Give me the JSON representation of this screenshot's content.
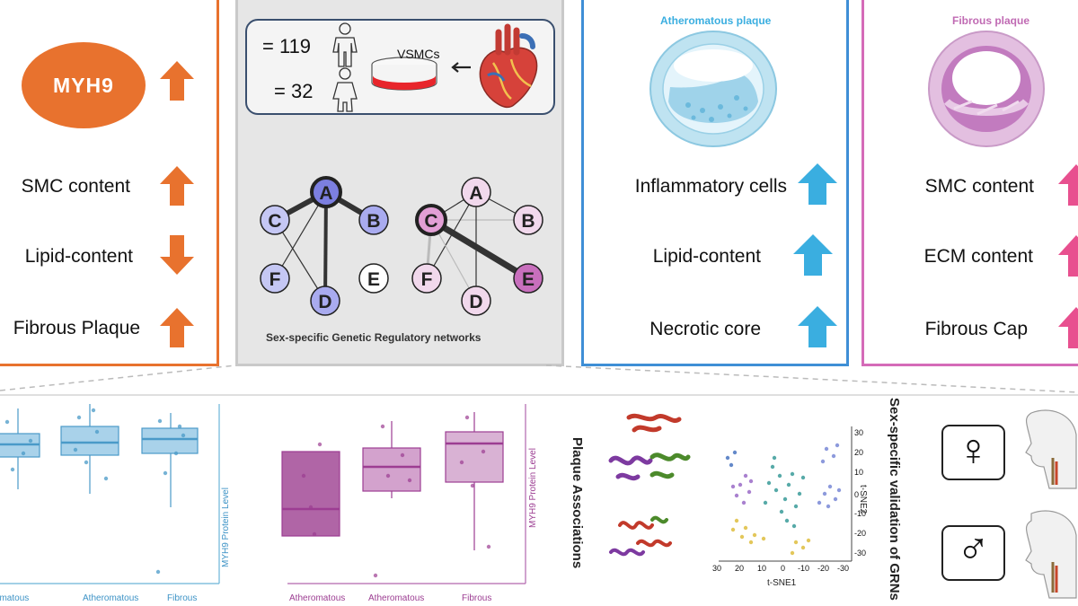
{
  "panels": {
    "orange": {
      "gene_label": "MYH9",
      "rows": [
        {
          "label": "SMC content",
          "direction": "up"
        },
        {
          "label": "Lipid-content",
          "direction": "down"
        },
        {
          "label": "Fibrous Plaque",
          "direction": "up"
        }
      ],
      "accent": "#e8722e"
    },
    "gray": {
      "male_count": "= 119",
      "female_count": "= 32",
      "dish_label": "VSMCs",
      "network_caption": "Sex-specific Genetic Regulatory networks",
      "nodes_left": [
        "A",
        "B",
        "C",
        "D",
        "E",
        "F"
      ],
      "nodes_right": [
        "A",
        "B",
        "C",
        "D",
        "E",
        "F"
      ]
    },
    "blue": {
      "title": "Atheromatous plaque",
      "rows": [
        {
          "label": "Inflammatory cells",
          "direction": "up"
        },
        {
          "label": "Lipid-content",
          "direction": "up"
        },
        {
          "label": "Necrotic core",
          "direction": "up"
        }
      ],
      "accent": "#3aaee0"
    },
    "pink": {
      "title": "Fibrous plaque",
      "rows": [
        {
          "label": "SMC content",
          "direction": "up"
        },
        {
          "label": "ECM content",
          "direction": "up"
        },
        {
          "label": "Fibrous Cap",
          "direction": "up"
        }
      ],
      "accent": "#e8508f"
    }
  },
  "bottom": {
    "boxplot_blue_ylabel": "MYH9 Protein Level",
    "boxplot_blue_xlabels": [
      "Atheromatous",
      "Fibrous"
    ],
    "boxplot_purple_ylabel": "MYH9 Protein Level",
    "boxplot_purple_xlabels": [
      "Atheromatous",
      "Fibrous"
    ],
    "plaque_assoc_label": "Plaque Associations",
    "tsne_xlabel": "t-SNE1",
    "tsne_ylabel": "t-SNE2",
    "tsne_xticks": [
      "-30",
      "-20",
      "-10",
      "0",
      "10",
      "20",
      "30"
    ],
    "tsne_yticks": [
      "-30",
      "-20",
      "-10",
      "0",
      "10",
      "20",
      "30"
    ],
    "validation_label": "Sex-specific validation of GRNs",
    "female_symbol": "♀",
    "male_symbol": "♂"
  }
}
